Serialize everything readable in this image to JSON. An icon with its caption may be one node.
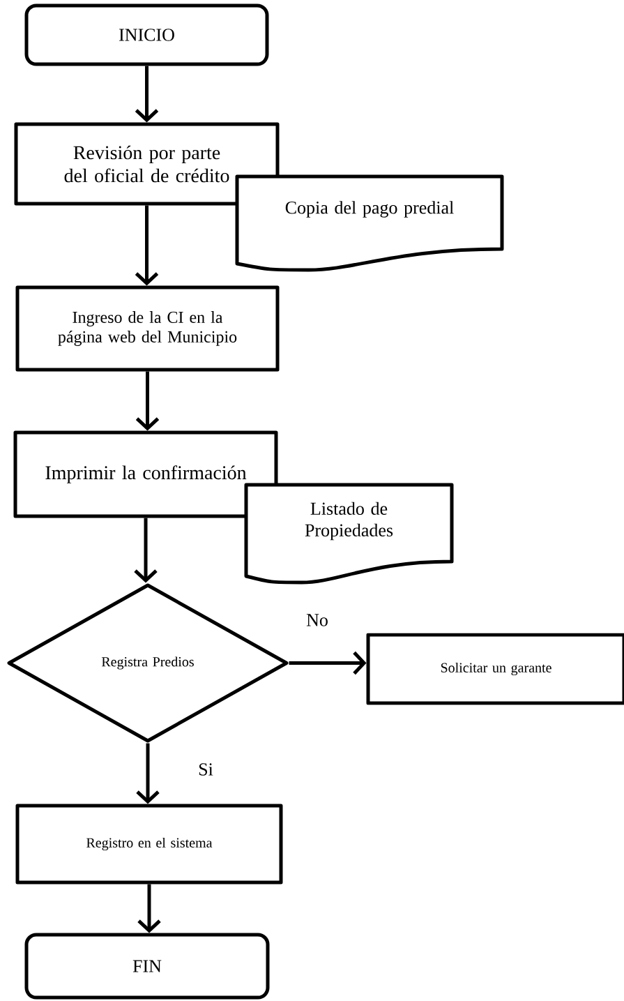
{
  "diagram": {
    "nodes": [
      {
        "text": [
          "INICIO"
        ]
      },
      {
        "text": [
          "Revisión por parte del oficial de crédito"
        ]
      },
      {
        "text": [
          "Copia del pago predial"
        ]
      },
      {
        "text": [
          "Ingreso de la CI en la página web del Municipio"
        ]
      },
      {
        "text": [
          "Imprimir la confirmación"
        ]
      },
      {
        "text": [
          "Listado de Propiedades"
        ]
      },
      {
        "text": [
          "Registra Predios"
        ]
      },
      {
        "text": [
          "Solicitar un garante"
        ]
      },
      {
        "text": [
          "Registro en el sistema"
        ]
      },
      {
        "text": [
          "FIN"
        ]
      }
    ],
    "edges": [
      {
        "from": 0,
        "to": 1,
        "arrow": "to"
      },
      {
        "from": 1,
        "to": 3,
        "arrow": "to"
      },
      {
        "from": 3,
        "to": 4,
        "arrow": "to"
      },
      {
        "from": 4,
        "to": 6,
        "arrow": "to"
      },
      {
        "from": 6,
        "to": 7,
        "arrow": "to",
        "label": "No"
      },
      {
        "from": 6,
        "to": 8,
        "arrow": "to",
        "label": "Si"
      },
      {
        "from": 8,
        "to": 9,
        "arrow": "to"
      }
    ]
  }
}
